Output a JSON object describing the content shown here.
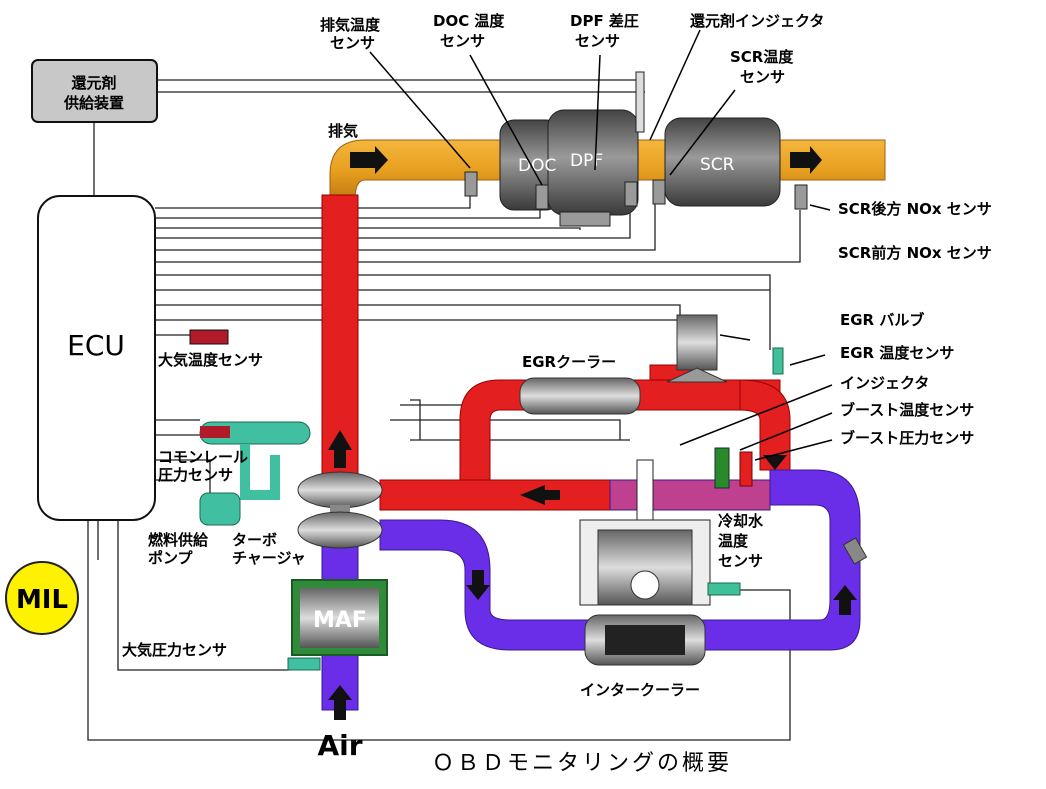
{
  "diagram": {
    "caption": "ＯＢＤモニタリングの概要",
    "components": {
      "reductant_supply": [
        "還元剤",
        "供給装置"
      ],
      "ecu": "ECU",
      "mil": "MIL",
      "maf": "MAF",
      "air": "Air",
      "doc": "DOC",
      "dpf": "DPF",
      "scr": "SCR",
      "exhaust": "排気",
      "egr_cooler": "EGRクーラー",
      "intercooler": "インタークーラー",
      "turbo": [
        "ターボ",
        "チャージャ"
      ],
      "fuel_pump": [
        "燃料供給",
        "ポンプ"
      ]
    },
    "sensors": {
      "exhaust_temp": [
        "排気温度",
        "センサ"
      ],
      "doc_temp": [
        "DOC 温度",
        "センサ"
      ],
      "dpf_dp": [
        "DPF 差圧",
        "センサ"
      ],
      "reductant_injector": "還元剤インジェクタ",
      "scr_temp": [
        "SCR温度",
        "センサ"
      ],
      "scr_rear_nox": "SCR後方 NOx センサ",
      "scr_front_nox": "SCR前方 NOx センサ",
      "egr_valve": "EGR バルブ",
      "egr_temp": "EGR 温度センサ",
      "injector": "インジェクタ",
      "boost_temp": "ブースト温度センサ",
      "boost_pressure": "ブースト圧力センサ",
      "coolant_temp": [
        "冷却水",
        "温度",
        "センサ"
      ],
      "ambient_temp": "大気温度センサ",
      "common_rail": [
        "コモンレール",
        "圧力センサ"
      ],
      "ambient_pressure": "大気圧力センサ"
    }
  }
}
